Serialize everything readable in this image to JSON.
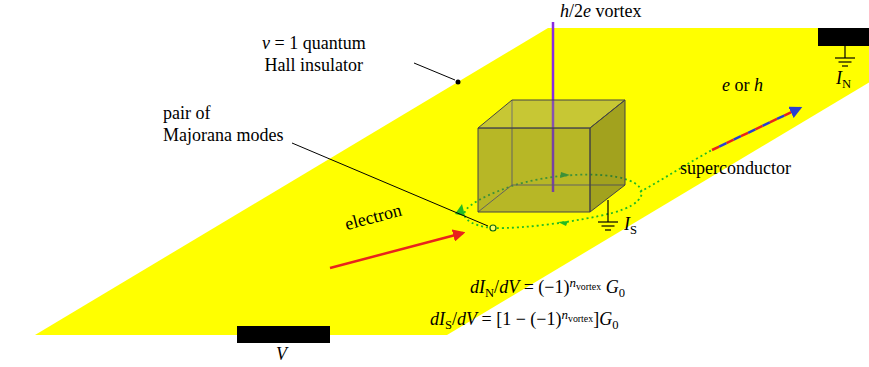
{
  "diagram": {
    "labels": [
      "h/2e vortex",
      "ν = 1 quantum Hall insulator",
      "pair of Majorana modes",
      "superconductor",
      "electron",
      "e or h",
      "IN",
      "IS",
      "V",
      "dIN/dV = (−1)nvortex G0",
      "dIS/dV = [1 − (−1)nvortex]G0"
    ]
  }
}
